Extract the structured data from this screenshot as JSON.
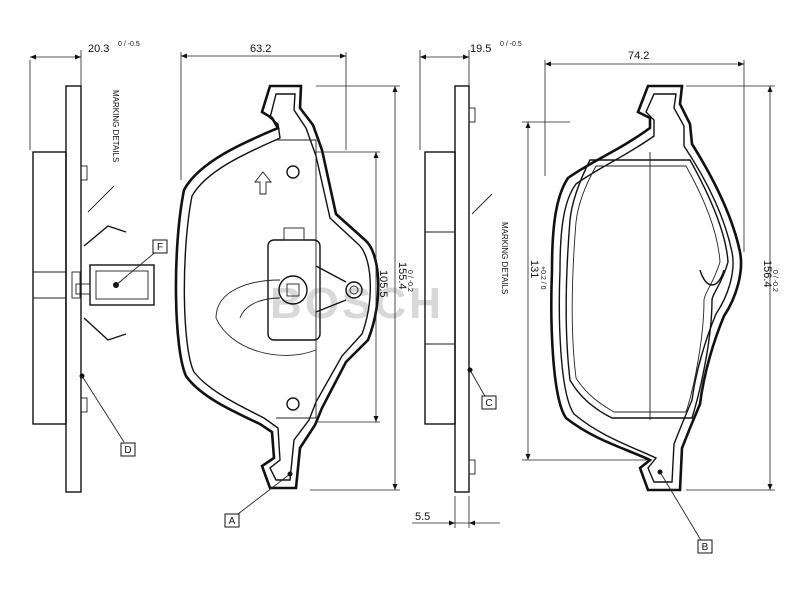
{
  "dimensions": {
    "d1": "20.3",
    "d1_tol": "0 / -0.5",
    "d2": "63.2",
    "d3": "19.5",
    "d3_tol": "0 / -0.5",
    "d4": "74.2",
    "d5": "155.4",
    "d5_tol": "0 / -0.2",
    "d6": "105.5",
    "d7": "131",
    "d7_tol": "+0.2 / 0",
    "d8": "156.4",
    "d8_tol": "0 / -0.2",
    "d9": "5.5"
  },
  "notes": {
    "marking_left": "MARKING DETAILS",
    "marking_right": "MARKING DETAILS"
  },
  "callouts": {
    "a": "A",
    "b": "B",
    "c": "C",
    "d": "D",
    "f": "F"
  },
  "watermark": "BOSCH"
}
